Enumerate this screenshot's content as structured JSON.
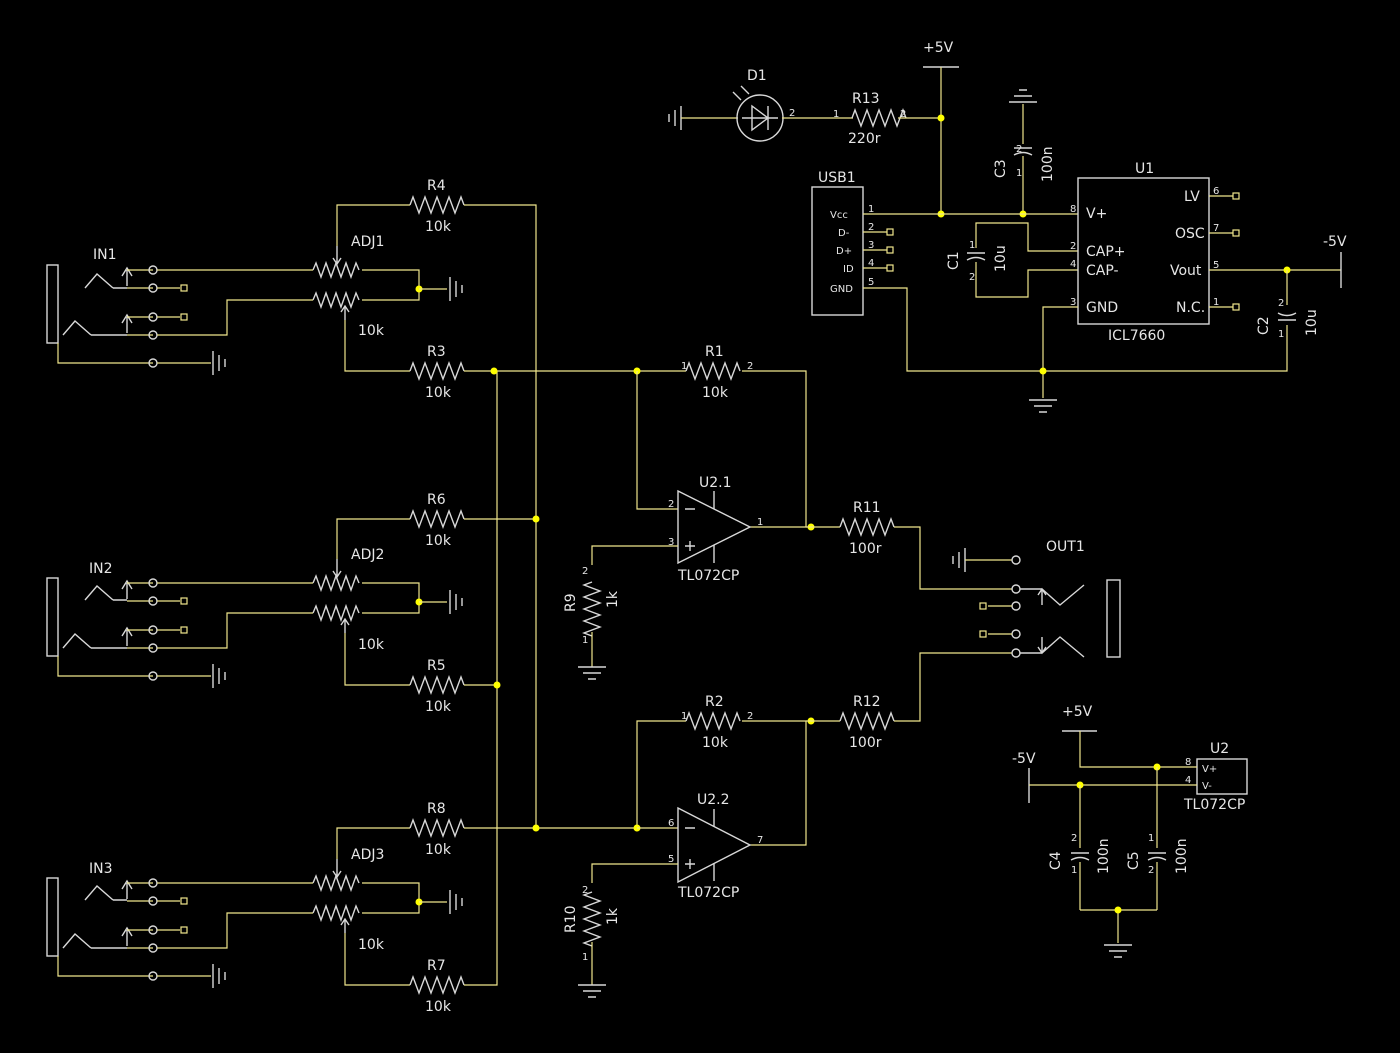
{
  "power": {
    "p5v": "+5V",
    "m5v": "-5V"
  },
  "components": {
    "d1": {
      "ref": "D1"
    },
    "r13": {
      "ref": "R13",
      "value": "220r"
    },
    "c3": {
      "ref": "C3",
      "value": "100n"
    },
    "usb1": {
      "ref": "USB1",
      "pins": [
        "Vcc",
        "D-",
        "D+",
        "ID",
        "GND"
      ]
    },
    "c1": {
      "ref": "C1",
      "value": "10u"
    },
    "u1": {
      "ref": "U1",
      "part": "ICL7660",
      "left_pins": [
        "V+",
        "CAP+",
        "CAP-",
        "GND"
      ],
      "right_pins": [
        "LV",
        "OSC",
        "Vout",
        "N.C."
      ]
    },
    "c2": {
      "ref": "C2",
      "value": "10u"
    },
    "in1": {
      "ref": "IN1"
    },
    "in2": {
      "ref": "IN2"
    },
    "in3": {
      "ref": "IN3"
    },
    "adj1": {
      "ref": "ADJ1",
      "value": "10k"
    },
    "adj2": {
      "ref": "ADJ2",
      "value": "10k"
    },
    "adj3": {
      "ref": "ADJ3",
      "value": "10k"
    },
    "r1": {
      "ref": "R1",
      "value": "10k"
    },
    "r2": {
      "ref": "R2",
      "value": "10k"
    },
    "r3": {
      "ref": "R3",
      "value": "10k"
    },
    "r4": {
      "ref": "R4",
      "value": "10k"
    },
    "r5": {
      "ref": "R5",
      "value": "10k"
    },
    "r6": {
      "ref": "R6",
      "value": "10k"
    },
    "r7": {
      "ref": "R7",
      "value": "10k"
    },
    "r8": {
      "ref": "R8",
      "value": "10k"
    },
    "r9": {
      "ref": "R9",
      "value": "1k"
    },
    "r10": {
      "ref": "R10",
      "value": "1k"
    },
    "r11": {
      "ref": "R11",
      "value": "100r"
    },
    "r12": {
      "ref": "R12",
      "value": "100r"
    },
    "u2_1": {
      "ref": "U2.1",
      "part": "TL072CP"
    },
    "u2_2": {
      "ref": "U2.2",
      "part": "TL072CP"
    },
    "out1": {
      "ref": "OUT1"
    },
    "u2": {
      "ref": "U2",
      "part": "TL072CP",
      "pins": [
        "V+",
        "V-"
      ]
    },
    "c4": {
      "ref": "C4",
      "value": "100n"
    },
    "c5": {
      "ref": "C5",
      "value": "100n"
    }
  },
  "pin_numbers": {
    "one": "1",
    "two": "2",
    "three": "3",
    "four": "4",
    "five": "5",
    "six": "6",
    "seven": "7",
    "eight": "8"
  },
  "colors": {
    "background": "#000000",
    "wire": "#f0e68c",
    "junction": "#ffff00",
    "symbol": "#d8d8d8",
    "text": "#e6e6e6"
  }
}
